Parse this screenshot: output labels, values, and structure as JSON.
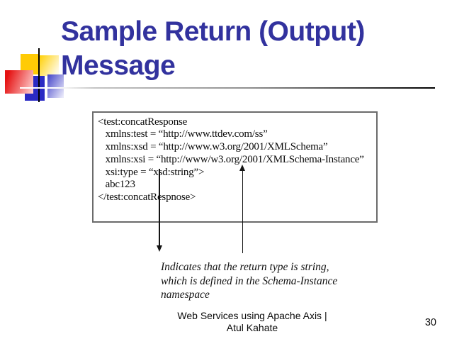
{
  "title": {
    "line1": "Sample Return (Output)",
    "line2": "Message"
  },
  "code": {
    "lines": [
      "<test:concatResponse",
      "   xmlns:test = “http://www.ttdev.com/ss”",
      "   xmlns:xsd = “http://www.w3.org/2001/XMLSchema”",
      "   xmlns:xsi = “http://www/w3.org/2001/XMLSchema-Instance”",
      "   xsi:type = “xsd:string”>",
      "   abc123",
      "</test:concatRespnose>"
    ]
  },
  "annotation": {
    "line1": "Indicates that the return type is string,",
    "line2": "which is defined in the Schema-Instance",
    "line3": "namespace"
  },
  "footer": {
    "line1": "Web Services using Apache Axis |",
    "line2": "Atul Kahate",
    "page_number": "30"
  },
  "colors": {
    "title_text": "#32329E",
    "logo_yellow": "#FFCB05",
    "logo_red": "#E51212",
    "logo_blue": "#2A2AC4",
    "code_box_border": "#6B6B6B",
    "connector": "#141414"
  }
}
